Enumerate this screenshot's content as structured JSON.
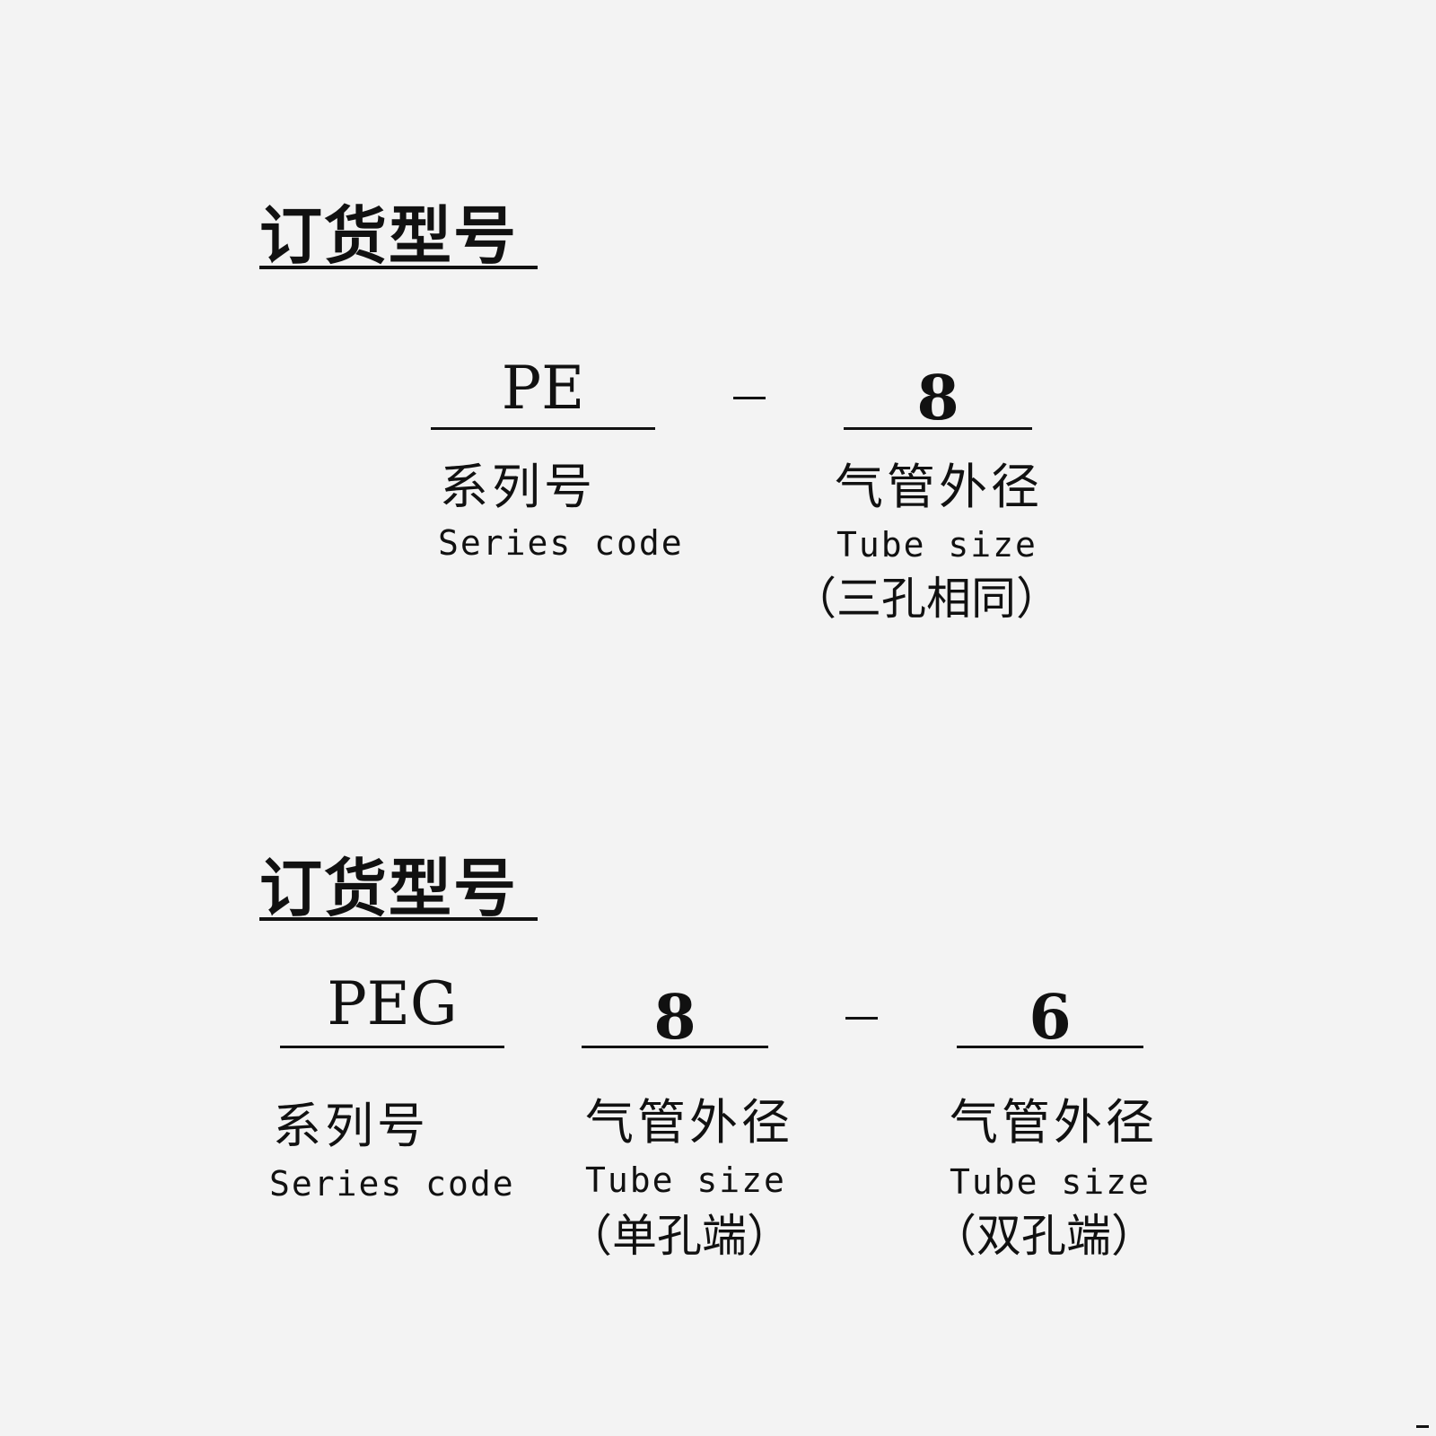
{
  "section1": {
    "heading": "订货型号",
    "code": {
      "series": "PE",
      "tube": "8"
    },
    "series_label": {
      "cn": "系列号",
      "en": "Series code"
    },
    "tube_label": {
      "cn": "气管外径",
      "en": "Tube size",
      "note": "（三孔相同）"
    }
  },
  "section2": {
    "heading": "订货型号",
    "code": {
      "series": "PEG",
      "tube_single": "8",
      "tube_double": "6"
    },
    "series_label": {
      "cn": "系列号",
      "en": "Series code"
    },
    "tube_single_label": {
      "cn": "气管外径",
      "en": "Tube size",
      "note": "（单孔端）"
    },
    "tube_double_label": {
      "cn": "气管外径",
      "en": "Tube size",
      "note": "（双孔端）"
    }
  }
}
